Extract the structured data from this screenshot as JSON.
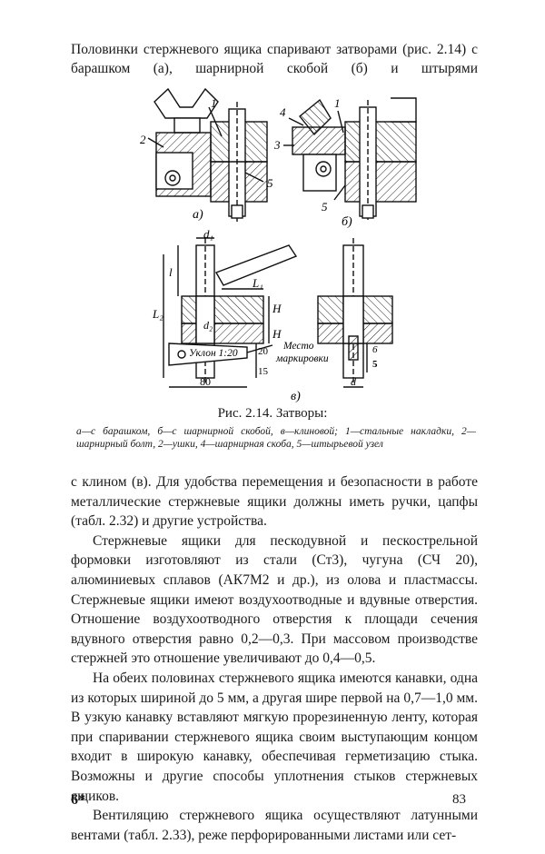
{
  "intro": "Половинки стержневого ящика спаривают затворами (рис. 2.14) с барашком (а), шарнирной скобой (б) и штырями",
  "figure": {
    "caption": "Рис. 2.14. Затворы:",
    "legend": "а—с барашком, б—с шарнирной скобой, в—клиновой; 1—стальные накладки, 2—шарнирный болт, 2—ушки, 4—шарнирная скоба, 5—штырьевой узел",
    "labels": {
      "a_num1": "1",
      "a_num2": "2",
      "a_num5": "5",
      "a_letter": "а)",
      "b_num4": "4",
      "b_num1": "1",
      "b_num3": "3",
      "b_num5": "5",
      "b_letter": "б)",
      "v_d1": "d₁",
      "v_l": "l",
      "v_L2": "L₂",
      "v_L1": "L₁",
      "v_H1": "H",
      "v_H2": "H",
      "v_d2": "d₂",
      "v_slope": "Уклон 1:20",
      "v_20": "20",
      "v_15": "15",
      "v_80": "80",
      "v_place1": "Место",
      "v_place2": "маркировки",
      "v_6": "6",
      "v_5": "5",
      "v_d": "d",
      "v_letter": "в)"
    }
  },
  "paragraphs": [
    "с клином (в). Для удобства перемещения и безопасности в работе металлические стержневые ящики должны иметь ручки, цапфы (табл. 2.32) и другие устройства.",
    "Стержневые ящики для пескодувной и пескострельной формовки изготовляют из стали (Ст3), чугуна (СЧ 20), алюминиевых сплавов (АК7М2 и др.), из олова и пластмассы. Стержневые ящики имеют воздухоотводные и вдувные отверстия. Отношение воздухоотводного отверстия к площади сечения вдувного отверстия равно 0,2—0,3. При массовом производстве стержней это отношение увеличивают до 0,4—0,5.",
    "На обеих половинах стержневого ящика имеются канавки, одна из которых шириной до 5 мм, а другая шире первой на 0,7—1,0 мм. В узкую канавку вставляют мягкую прорезиненную ленту, которая при спаривании стержневого ящика своим выступающим концом входит в широкую канавку, обеспечивая герметизацию стыка. Возможны и другие способы уплотнения стыков стержневых ящиков.",
    "Вентиляцию стержневого ящика осуществляют латунными вентами (табл. 2.33), реже перфорированными листами или сет-"
  ],
  "footer": {
    "signature": "6*",
    "page_number": "83"
  }
}
